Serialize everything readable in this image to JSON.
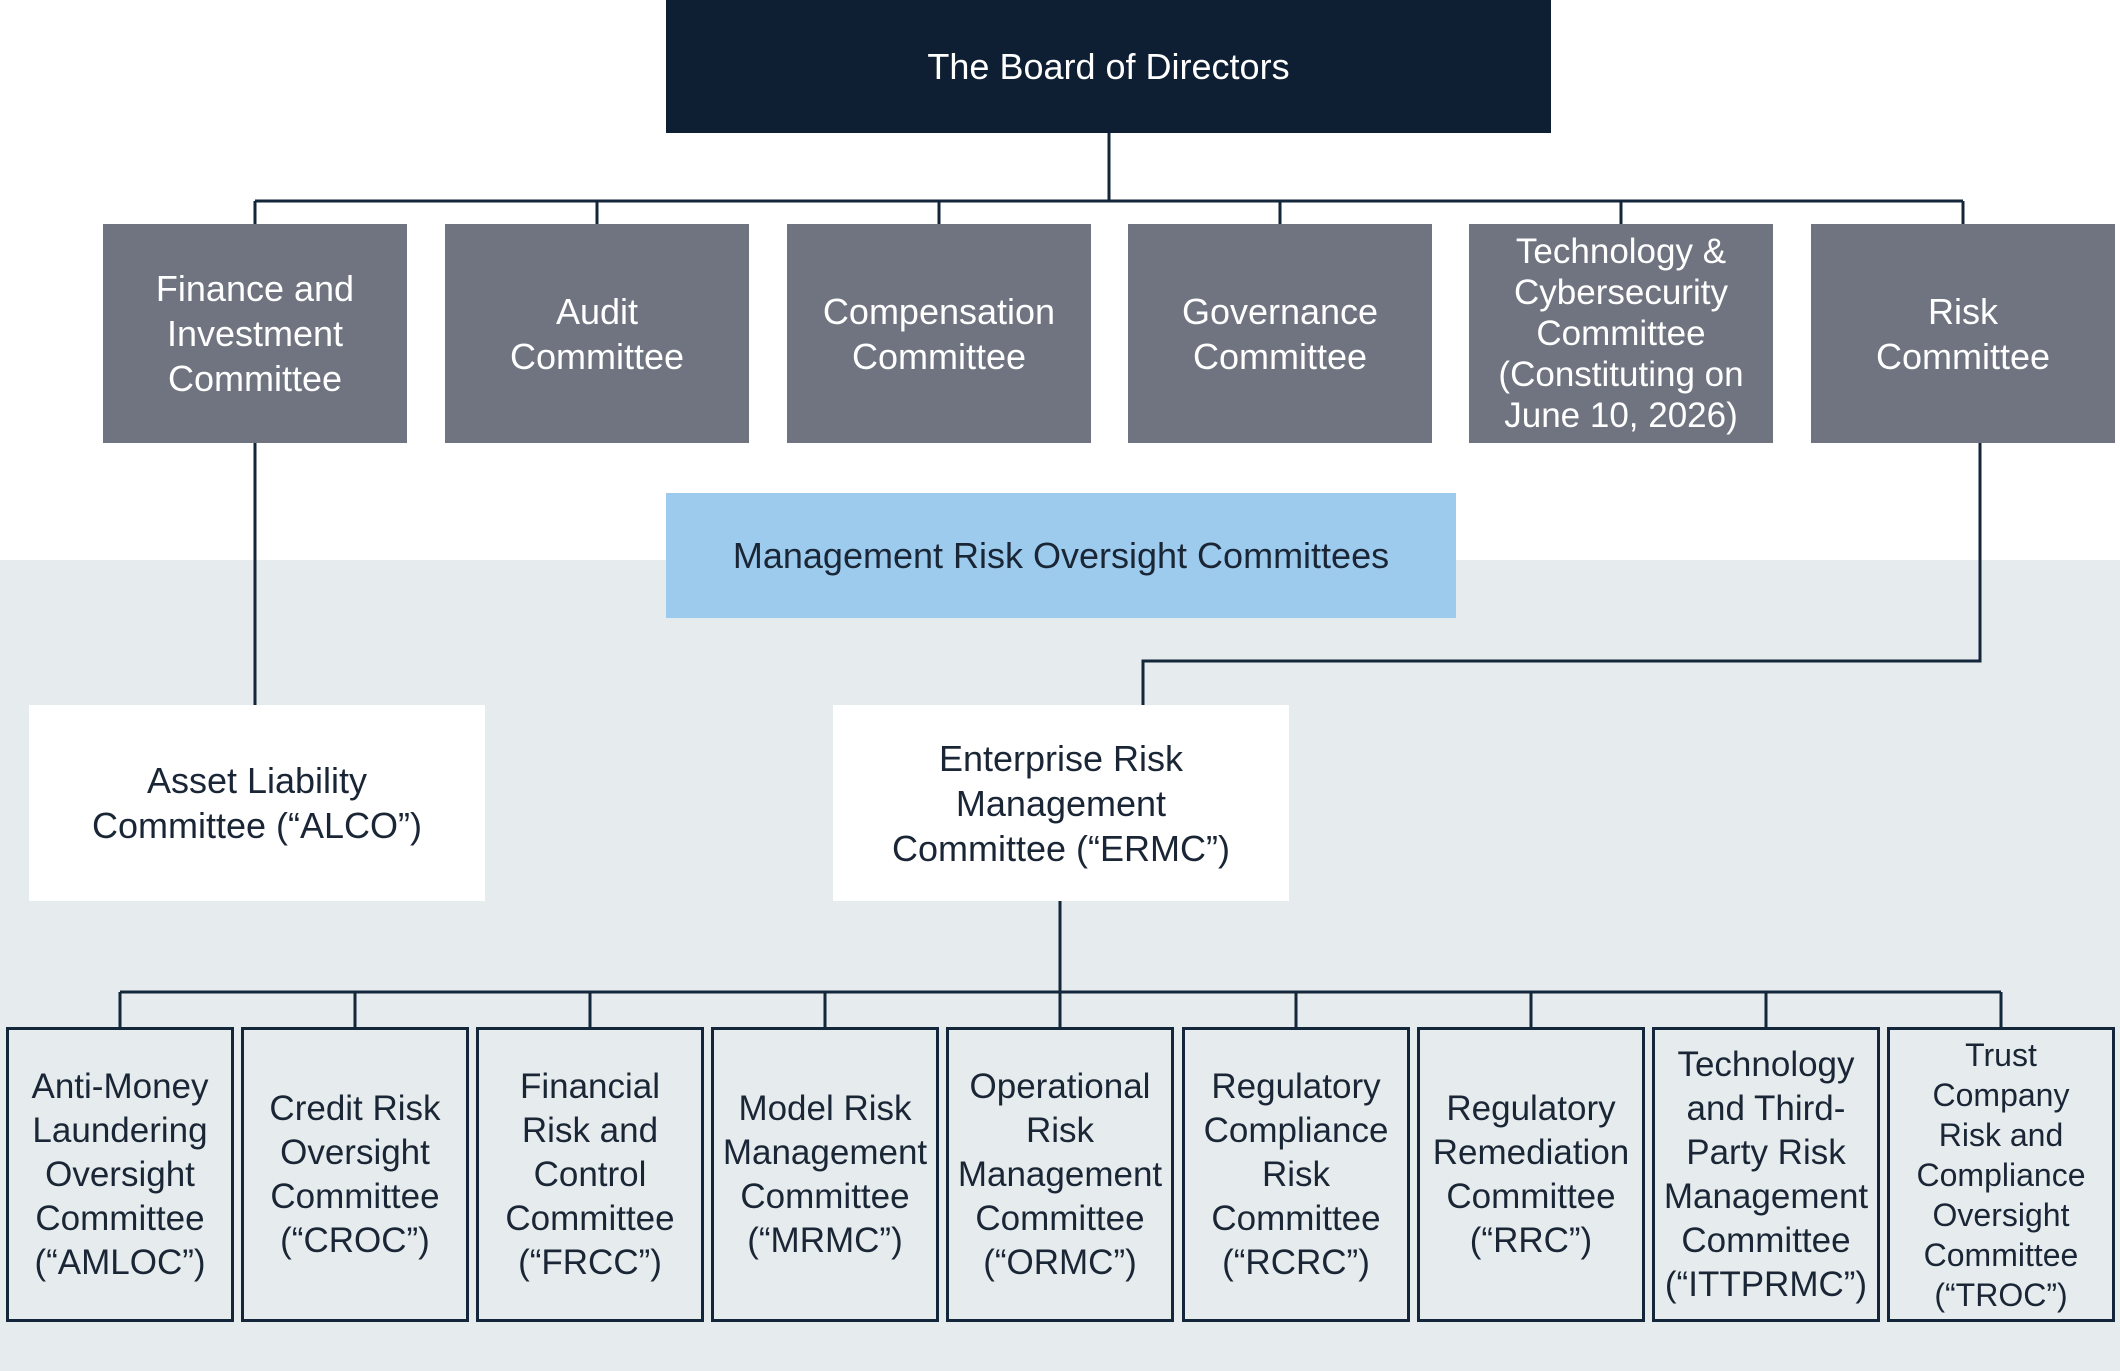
{
  "board": {
    "label": "The Board of Directors"
  },
  "board_committees": [
    {
      "label": "Finance and\nInvestment\nCommittee"
    },
    {
      "label": "Audit\nCommittee"
    },
    {
      "label": "Compensation\nCommittee"
    },
    {
      "label": "Governance\nCommittee"
    },
    {
      "label": "Technology &\nCybersecurity\nCommittee\n(Constituting on\nJune 10, 2026)"
    },
    {
      "label": "Risk\nCommittee"
    }
  ],
  "management_banner": {
    "label": "Management Risk Oversight Committees"
  },
  "alco": {
    "label": "Asset Liability\nCommittee (“ALCO”)"
  },
  "ermc": {
    "label": "Enterprise Risk\nManagement\nCommittee (“ERMC”)"
  },
  "sub_committees": [
    {
      "label": "Anti-Money\nLaundering\nOversight\nCommittee\n(“AMLOC”)"
    },
    {
      "label": "Credit Risk\nOversight\nCommittee\n(“CROC”)"
    },
    {
      "label": "Financial\nRisk and\nControl\nCommittee\n(“FRCC”)"
    },
    {
      "label": "Model Risk\nManagement\nCommittee\n(“MRMC”)"
    },
    {
      "label": "Operational\nRisk\nManagement\nCommittee\n(“ORMC”)"
    },
    {
      "label": "Regulatory\nCompliance\nRisk\nCommittee\n(“RCRC”)"
    },
    {
      "label": "Regulatory\nRemediation\nCommittee\n(“RRC”)"
    },
    {
      "label": "Technology\nand Third-\nParty Risk\nManagement\nCommittee\n(“ITTPRMC”)"
    },
    {
      "label": "Trust\nCompany\nRisk and\nCompliance\nOversight\nCommittee\n(“TROC”)"
    }
  ]
}
